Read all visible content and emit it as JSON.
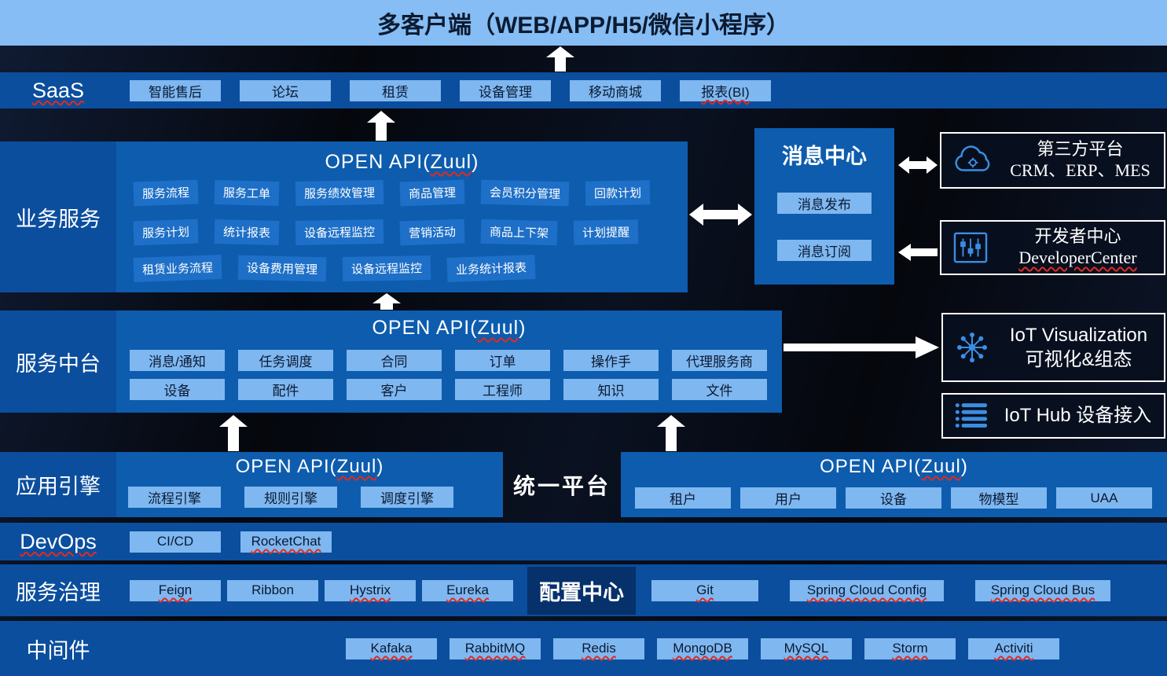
{
  "banner": {
    "title": "多客户端（WEB/APP/H5/微信小程序）"
  },
  "open_api": {
    "pre": "OPEN API(",
    "word": "Zuul",
    "post": ")"
  },
  "saas": {
    "label": "SaaS",
    "chips": [
      "智能售后",
      "论坛",
      "租赁",
      "设备管理",
      "移动商城",
      {
        "label": "报表(BI)",
        "wavy": true
      }
    ]
  },
  "business": {
    "label": "业务服务",
    "chips_row1": [
      "服务流程",
      "服务工单",
      "服务绩效管理",
      "商品管理",
      "会员积分管理",
      "回款计划"
    ],
    "chips_row2": [
      "服务计划",
      "统计报表",
      "设备远程监控",
      "营销活动",
      "商品上下架",
      "计划提醒"
    ],
    "chips_row3": [
      "租赁业务流程",
      "设备费用管理",
      "设备远程监控",
      "业务统计报表"
    ]
  },
  "message_center": {
    "title": "消息中心",
    "chips": [
      "消息发布",
      "消息订阅"
    ]
  },
  "third_party": {
    "line1": "第三方平台",
    "line2": "CRM、ERP、MES"
  },
  "developer_center": {
    "line1": "开发者中心",
    "line2": "DeveloperCenter"
  },
  "service_platform": {
    "label": "服务中台",
    "chips_row1": [
      "消息/通知",
      "任务调度",
      "合同",
      "订单",
      "操作手",
      "代理服务商"
    ],
    "chips_row2": [
      "设备",
      "配件",
      "客户",
      "工程师",
      "知识",
      "文件"
    ]
  },
  "iot_visualization": {
    "line1": "IoT Visualization",
    "line2": "可视化&组态"
  },
  "iot_hub": {
    "title": "IoT Hub 设备接入"
  },
  "app_engine": {
    "label": "应用引擎",
    "left_chips": [
      "流程引擎",
      "规则引擎",
      "调度引擎"
    ],
    "unified_platform": "统一平台",
    "right_chips": [
      "租户",
      "用户",
      "设备",
      "物模型",
      "UAA"
    ]
  },
  "devops": {
    "label": "DevOps",
    "chips": [
      "CI/CD",
      {
        "label": "RocketChat",
        "wavy": true
      }
    ]
  },
  "governance": {
    "label": "服务治理",
    "chips": [
      {
        "label": "Feign",
        "wavy": true
      },
      "Ribbon",
      {
        "label": "Hystrix",
        "wavy": true
      },
      {
        "label": "Eureka",
        "wavy": true
      }
    ],
    "config_center": "配置中心",
    "right_chips": [
      {
        "label": "Git",
        "wavy": true
      },
      {
        "label": "Spring Cloud Config",
        "wavy": true
      },
      {
        "label": "Spring Cloud Bus",
        "wavy": true
      }
    ]
  },
  "middleware": {
    "label": "中间件",
    "chips": [
      {
        "label": "Kafaka",
        "wavy": true
      },
      {
        "label": "RabbitMQ",
        "wavy": true
      },
      {
        "label": "Redis",
        "wavy": true
      },
      {
        "label": "MongoDB",
        "wavy": true
      },
      {
        "label": "MySQL",
        "wavy": true
      },
      {
        "label": "Storm",
        "wavy": true
      },
      {
        "label": "Activiti",
        "wavy": true
      }
    ]
  },
  "colors": {
    "background": "#05070d",
    "banner_bg": "#85bdf4",
    "band": "#0b4e9e",
    "panel": "#0d5cae",
    "chip_bg": "#7fb7f0",
    "chip_text": "#0a1a33",
    "inner_chip": "#1e6fc7",
    "arrow": "#ffffff",
    "wavy_red": "#e02a20",
    "icon_blue": "#3c8de2"
  }
}
